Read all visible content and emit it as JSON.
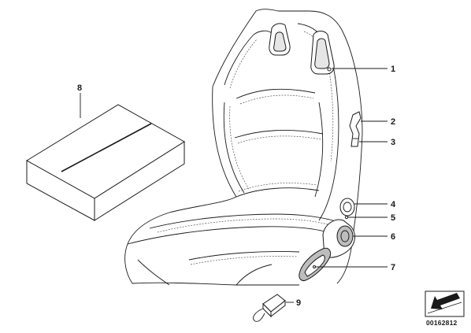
{
  "diagram": {
    "callouts": [
      {
        "id": "1",
        "label": "1"
      },
      {
        "id": "2",
        "label": "2"
      },
      {
        "id": "3",
        "label": "3"
      },
      {
        "id": "4",
        "label": "4"
      },
      {
        "id": "5",
        "label": "5"
      },
      {
        "id": "6",
        "label": "6"
      },
      {
        "id": "7",
        "label": "7"
      },
      {
        "id": "8",
        "label": "8"
      },
      {
        "id": "9",
        "label": "9"
      }
    ],
    "document_number": "00162812",
    "icon": "direction-arrow-icon"
  }
}
